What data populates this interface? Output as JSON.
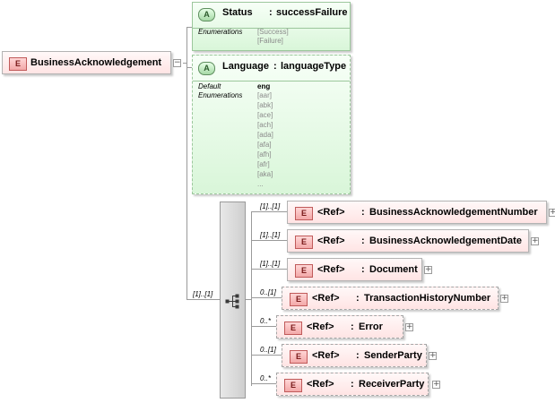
{
  "root": {
    "tag": "E",
    "name": "BusinessAcknowledgement"
  },
  "attributes": [
    {
      "tag": "A",
      "name": "Status",
      "sep": ":",
      "type": "successFailure",
      "facets": [
        {
          "label": "Enumerations",
          "values": [
            "[Success]",
            "[Failure]"
          ]
        }
      ]
    },
    {
      "tag": "A",
      "name": "Language",
      "sep": ":",
      "type": "languageType",
      "facets": [
        {
          "label": "Default",
          "values": [
            "eng"
          ]
        },
        {
          "label": "Enumerations",
          "values": [
            "[aar]",
            "[abk]",
            "[ace]",
            "[ach]",
            "[ada]",
            "[afa]",
            "[afh]",
            "[afr]",
            "[aka]",
            "..."
          ]
        }
      ]
    }
  ],
  "sequence_cardinality": "[1]..[1]",
  "children": [
    {
      "tag": "E",
      "ref": "<Ref>",
      "sep": ":",
      "name": "BusinessAcknowledgementNumber",
      "cardinality": "[1]..[1]",
      "optional": false
    },
    {
      "tag": "E",
      "ref": "<Ref>",
      "sep": ":",
      "name": "BusinessAcknowledgementDate",
      "cardinality": "[1]..[1]",
      "optional": false
    },
    {
      "tag": "E",
      "ref": "<Ref>",
      "sep": ":",
      "name": "Document",
      "cardinality": "[1]..[1]",
      "optional": false
    },
    {
      "tag": "E",
      "ref": "<Ref>",
      "sep": ":",
      "name": "TransactionHistoryNumber",
      "cardinality": "0..[1]",
      "optional": true
    },
    {
      "tag": "E",
      "ref": "<Ref>",
      "sep": ":",
      "name": "Error",
      "cardinality": "0..*",
      "optional": true
    },
    {
      "tag": "E",
      "ref": "<Ref>",
      "sep": ":",
      "name": "SenderParty",
      "cardinality": "0..[1]",
      "optional": true
    },
    {
      "tag": "E",
      "ref": "<Ref>",
      "sep": ":",
      "name": "ReceiverParty",
      "cardinality": "0..*",
      "optional": true
    }
  ],
  "icons": {
    "expand": "plus-icon",
    "collapse": "minus-icon",
    "sequence": "sequence-compositor-icon"
  },
  "colors": {
    "element_fill": "#ffe4e4",
    "element_tag": "#f3a8a8",
    "attribute_fill": "#d9f6d9",
    "attribute_tag": "#a6d9a6"
  }
}
